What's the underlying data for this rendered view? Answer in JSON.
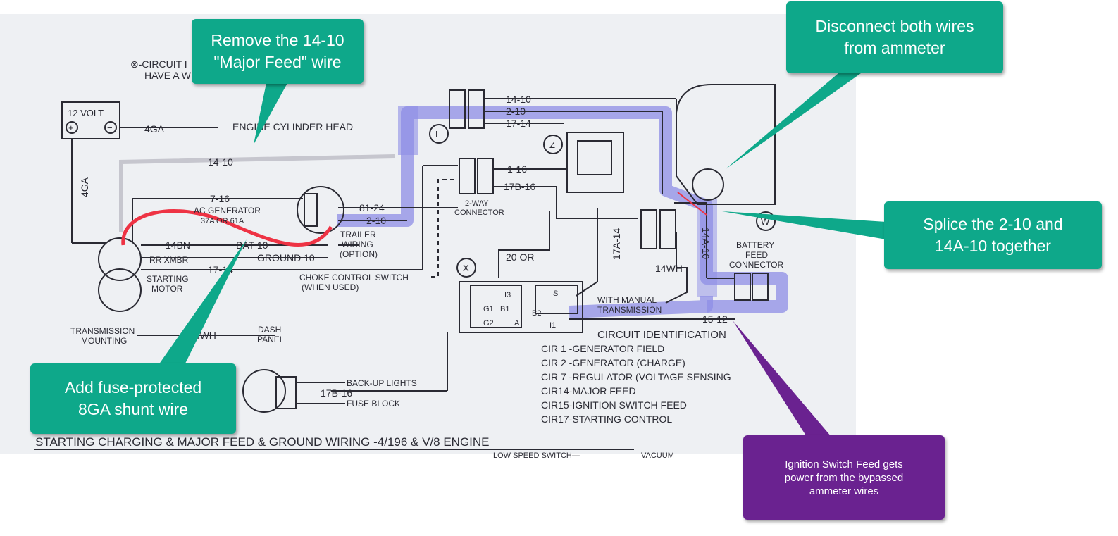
{
  "diagram": {
    "title": "STARTING CHARGING & MAJOR FEED & GROUND WIRING -4/196 & V/8 ENGINE",
    "top_note_1": "⊗-CIRCUIT I",
    "top_note_2": "HAVE A W",
    "bottom_text": "LOW SPEED SWITCH—",
    "bottom_text_2": "VACUUM",
    "labels": {
      "battery": "12 VOLT",
      "plus": "+",
      "minus": "−",
      "wire_4ga_top": "4GA",
      "engine_head": "ENGINE CYLINDER HEAD",
      "wire_4ga_side": "4GA",
      "wire_14_10_blur": "14-10",
      "wire_7_16": "7-16",
      "ac_gen_1": "AC GENERATOR",
      "ac_gen_2": "37A OR 61A",
      "wire_14bn": "14BN",
      "wire_bat": "BAT 10",
      "wire_rr": "RR XMBR",
      "wire_ground": "GROUND 10",
      "wire_17_14": "17-14",
      "starting_1": "STARTING",
      "starting_2": "MOTOR",
      "trans_1": "TRANSMISSION",
      "trans_2": "MOUNTING",
      "wire_14wh": "14WH",
      "dash_1": "DASH",
      "dash_2": "PANEL",
      "w_81_24": "81-24",
      "w_2_10_a": "2-10",
      "trailer_1": "TRAILER",
      "trailer_2": "WIRING",
      "trailer_3": "(OPTION)",
      "choke_1": "CHOKE CONTROL SWITCH",
      "choke_2": "(WHEN USED)",
      "conn_2way_1": "2-WAY",
      "conn_2way_2": "CONNECTOR",
      "w_14_10": "14-10",
      "w_2_10_b": "2-10",
      "w_17_14": "17-14",
      "w_1_16": "1-16",
      "w_17b_16": "17B-16",
      "w_20or": "20 OR",
      "w_17a_14": "17A-14",
      "w_14wh_b": "14WH",
      "manual_1": "WITH MANUAL",
      "manual_2": "TRANSMISSION",
      "w_14a_10": "14A-10",
      "w_15_12": "15-12",
      "batt_feed_1": "BATTERY",
      "batt_feed_2": "FEED",
      "batt_feed_3": "CONNECTOR",
      "circle_L": "L",
      "circle_Z": "Z",
      "circle_X": "X",
      "circle_W": "W",
      "backup": "BACK-UP LIGHTS",
      "w_17b_16_b": "17B-16",
      "fuse_block": "FUSE BLOCK",
      "reg_g1": "G1",
      "reg_g2": "G2",
      "reg_b1": "B1",
      "reg_i3": "I3",
      "reg_s": "S",
      "reg_b2": "B2",
      "reg_a": "A",
      "reg_i1": "I1"
    },
    "circuit_ident": {
      "heading": "CIRCUIT IDENTIFICATION",
      "items": [
        "CIR 1 -GENERATOR FIELD",
        "CIR 2 -GENERATOR (CHARGE)",
        "CIR 7 -REGULATOR (VOLTAGE SENSING",
        "CIR14-MAJOR FEED",
        "CIR15-IGNITION SWITCH FEED",
        "CIR17-STARTING CONTROL"
      ]
    }
  },
  "callouts": {
    "remove": "Remove the 14-10\n\"Major Feed\" wire",
    "disconnect": "Disconnect both wires\nfrom ammeter",
    "splice": "Splice the 2-10 and\n14A-10 together",
    "add_fuse": "Add fuse-protected\n8GA shunt wire",
    "ignition": "Ignition Switch Feed gets\npower from the bypassed\nammeter wires"
  },
  "colors": {
    "green_callout": "#0ea88a",
    "purple_callout": "#6a2290",
    "highlight": "#8e8ee6",
    "shunt_wire": "#ee3344"
  }
}
